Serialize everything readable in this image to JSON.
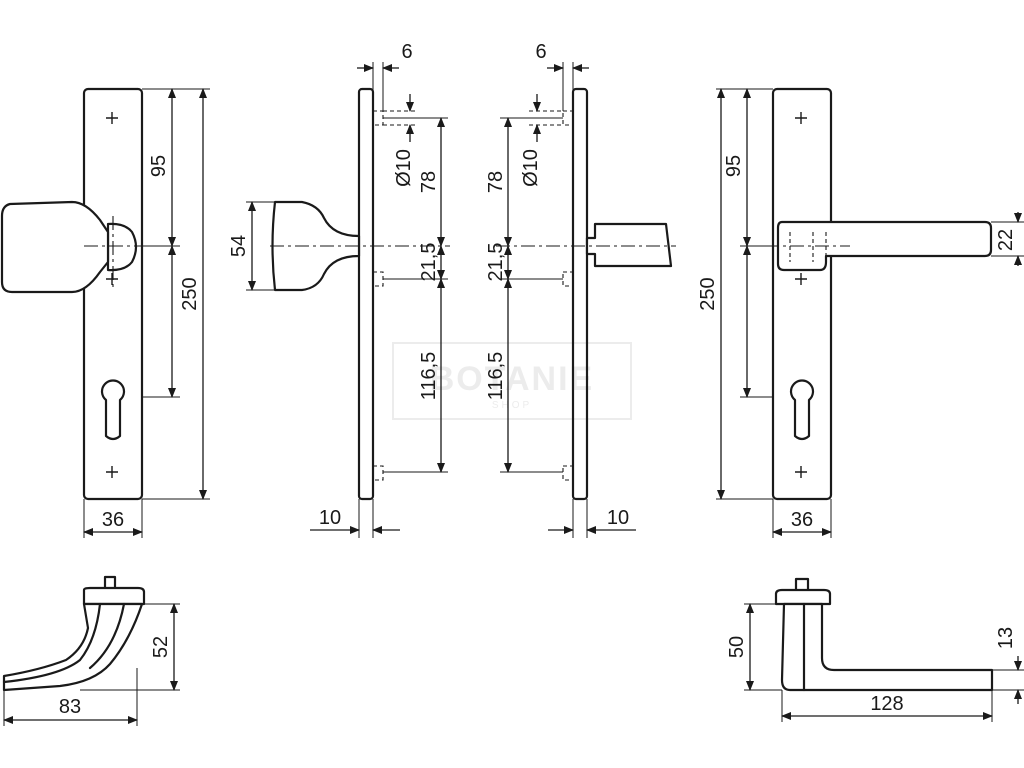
{
  "watermark": {
    "text": "BOTANIE",
    "sub": "SHOP"
  },
  "views": {
    "front_knob": {
      "plate_width": "36",
      "top_to_spindle": "95",
      "total_height": "250"
    },
    "side_knob": {
      "cross_bolt_offset": "6",
      "cross_bolt_diameter": "Ø10",
      "knob_height": "54",
      "to_spindle": "78",
      "spindle_to_screw": "21,5",
      "screw_to_bottom_screw": "116,5",
      "plate_depth": "10"
    },
    "side_lever": {
      "cross_bolt_offset": "6",
      "cross_bolt_diameter": "Ø10",
      "to_spindle": "78",
      "spindle_to_screw": "21,5",
      "screw_to_bottom_screw": "116,5",
      "plate_depth": "10"
    },
    "front_lever": {
      "plate_width": "36",
      "top_to_spindle": "95",
      "total_height": "250",
      "lever_height": "22"
    },
    "knob_top": {
      "height": "52",
      "length": "83"
    },
    "lever_top": {
      "height": "50",
      "length": "128",
      "grip_thickness": "13"
    }
  }
}
